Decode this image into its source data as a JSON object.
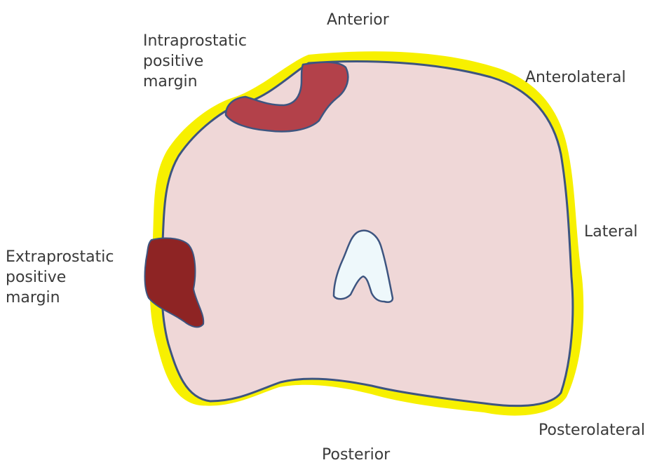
{
  "labels": {
    "anterior": "Anterior",
    "anterolateral": "Anterolateral",
    "lateral": "Lateral",
    "posterolateral": "Posterolateral",
    "posterior": "Posterior",
    "intraprostatic": [
      "Intraprostatic",
      "positive",
      "margin"
    ],
    "extraprostatic": [
      "Extraprostatic",
      "positive",
      "margin"
    ]
  },
  "colors": {
    "capsule_fat": "#f7f000",
    "prostate_tissue": "#efd7d7",
    "outline": "#3d5580",
    "intraprostatic_margin": "#b3414a",
    "extraprostatic_margin": "#8e2424",
    "urethra": "#eef8fb",
    "text": "#3a3a3a"
  }
}
